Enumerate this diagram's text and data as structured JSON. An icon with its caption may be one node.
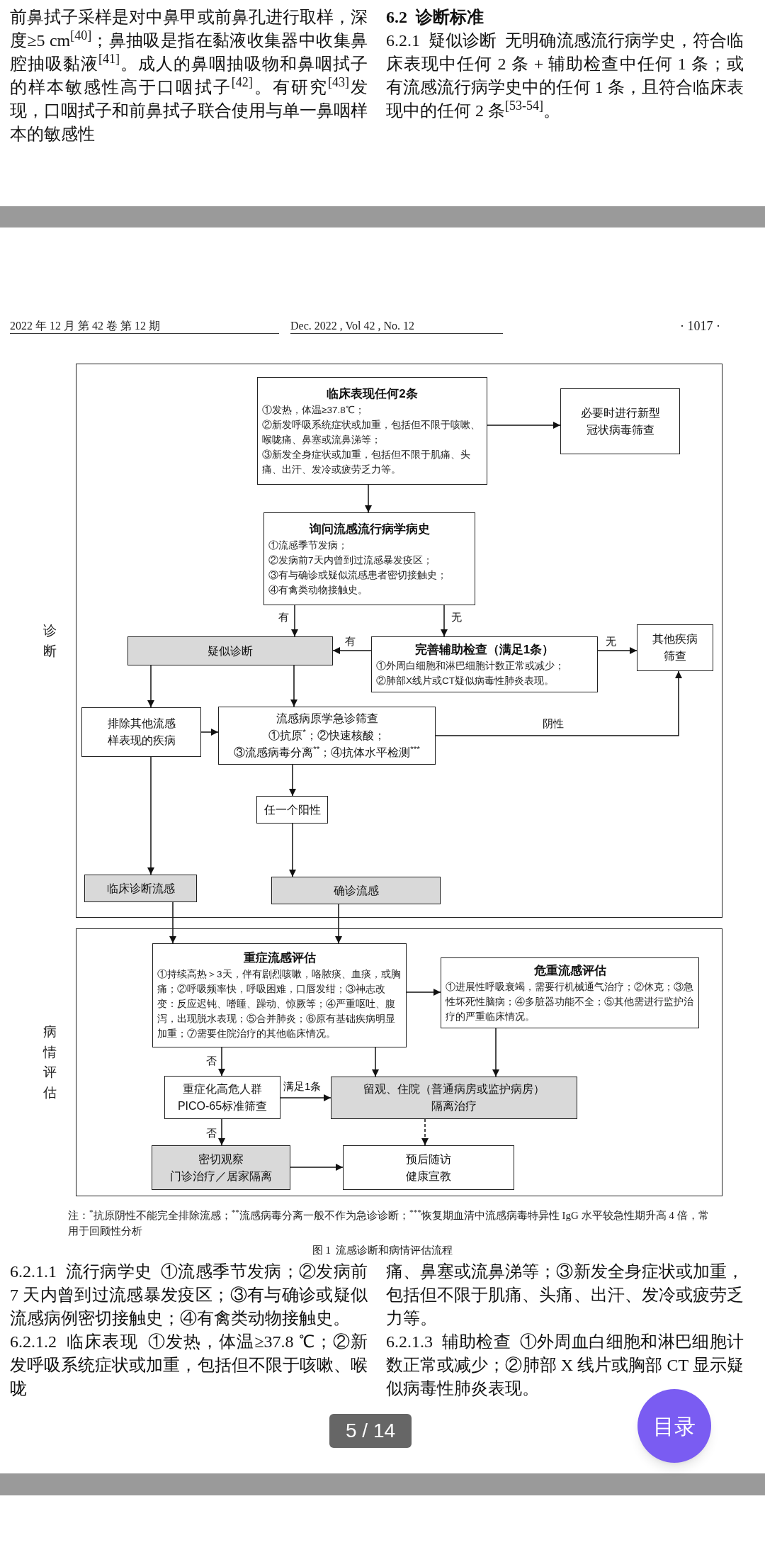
{
  "diagram": {
    "caption": "图 1  流感诊断和病情评估流程",
    "nodes": [
      {
        "text": [
          "诊断"
        ]
      },
      {
        "text": [
          "病情评估"
        ]
      },
      {
        "text": [
          "临床表现任何2条",
          "①发热，体温≥37.8℃；",
          "②新发呼吸系统症状或加重，包括但不限于咳嗽、喉咙痛、鼻塞或流鼻涕等；",
          "③新发全身症状或加重，包括但不限于肌痛、头痛、出汗、发冷或疲劳乏力等。"
        ],
        "in": 0
      },
      {
        "text": [
          "必要时进行新型冠状病毒筛查"
        ],
        "in": 0
      },
      {
        "text": [
          "询问流感流行病学病史",
          "①流感季节发病；",
          "②发病前7天内曾到过流感暴发疫区；",
          "③有与确诊或疑似流感患者密切接触史；",
          "④有禽类动物接触史。"
        ],
        "in": 0
      },
      {
        "text": [
          "疑似诊断"
        ],
        "in": 0
      },
      {
        "text": [
          "完善辅助检查（满足1条）",
          "①外周白细胞和淋巴细胞计数正常或减少；",
          "②肺部X线片或CT疑似病毒性肺炎表现。"
        ],
        "in": 0
      },
      {
        "text": [
          "其他疾病筛查"
        ],
        "in": 0
      },
      {
        "text": [
          "排除其他流感样表现的疾病"
        ],
        "in": 0
      },
      {
        "text": [
          "流感病原学急诊筛查",
          "①抗原$^{*}$；②快速核酸；",
          "③流感病毒分离$^{**}$；④抗体水平检测$^{***}$"
        ],
        "in": 0
      },
      {
        "text": [
          "任一个阳性"
        ],
        "in": 0
      },
      {
        "text": [
          "临床诊断流感"
        ],
        "in": 0
      },
      {
        "text": [
          "确诊流感"
        ],
        "in": 0
      },
      {
        "text": [
          "重症流感评估",
          "①持续高热＞3天，伴有剧烈咳嗽，咯脓痰、血痰，或胸痛；②呼吸频率快，呼吸困难，口唇发绀；③神志改变：反应迟钝、嗜睡、躁动、惊厥等；④严重呕吐、腹泻，出现脱水表现；⑤合并肺炎；⑥原有基础疾病明显加重；⑦需要住院治疗的其他临床情况。"
        ],
        "in": 1
      },
      {
        "text": [
          "危重流感评估",
          "①进展性呼吸衰竭，需要行机械通气治疗；②休克；③急性坏死性脑病；④多脏器功能不全；⑤其他需进行监护治疗的严重临床情况。"
        ],
        "in": 1
      },
      {
        "text": [
          "重症化高危人群",
          "PICO-65标准筛查"
        ],
        "in": 1
      },
      {
        "text": [
          "留观、住院（普通病房或监护病房）",
          "隔离治疗"
        ],
        "in": 1
      },
      {
        "text": [
          "密切观察",
          "门诊治疗／居家隔离"
        ],
        "in": 1
      },
      {
        "text": [
          "预后随访",
          "健康宣教"
        ],
        "in": 1
      }
    ],
    "edges": [
      {
        "from": 2,
        "to": 3,
        "arrow": "to"
      },
      {
        "from": 2,
        "to": 4,
        "arrow": "to"
      },
      {
        "from": 4,
        "to": 5,
        "arrow": "to",
        "label": "有"
      },
      {
        "from": 4,
        "to": 6,
        "arrow": "to",
        "label": "无"
      },
      {
        "from": 6,
        "to": 5,
        "arrow": "to",
        "label": "有"
      },
      {
        "from": 6,
        "to": 7,
        "arrow": "to",
        "label": "无"
      },
      {
        "from": 5,
        "to": 8,
        "arrow": "to"
      },
      {
        "from": 5,
        "to": 9,
        "arrow": "to"
      },
      {
        "from": 8,
        "to": 9,
        "arrow": "to"
      },
      {
        "from": 9,
        "to": 7,
        "arrow": "to",
        "label": "阴性"
      },
      {
        "from": 9,
        "to": 10,
        "arrow": "to"
      },
      {
        "from": 10,
        "to": 12,
        "arrow": "to"
      },
      {
        "from": 8,
        "to": 11,
        "arrow": "to"
      },
      {
        "from": 11,
        "to": 13,
        "arrow": "to"
      },
      {
        "from": 12,
        "to": 13,
        "arrow": "to"
      },
      {
        "from": 13,
        "to": 14,
        "arrow": "to"
      },
      {
        "from": 13,
        "to": 15,
        "arrow": "to",
        "label": "否"
      },
      {
        "from": 13,
        "to": 16,
        "arrow": "to"
      },
      {
        "from": 14,
        "to": 16,
        "arrow": "to"
      },
      {
        "from": 15,
        "to": 16,
        "arrow": "to",
        "label": "满足1条"
      },
      {
        "from": 15,
        "to": 17,
        "arrow": "to",
        "label": "否"
      },
      {
        "from": 16,
        "to": 18,
        "arrow": "to",
        "style": "dashed"
      },
      {
        "from": 17,
        "to": 18,
        "arrow": "to"
      }
    ],
    "labels": [
      "前鼻拭子采样是对中鼻甲或前鼻孔进行取样，深度≥5 cm$^{[40]}$；鼻抽吸是指在黏液收集器中收集鼻腔抽吸黏液$^{[41]}$。成人的鼻咽抽吸物和鼻咽拭子的样本敏感性高于口咽拭子$^{[42]}$。有研究$^{[43]}$发现，口咽拭子和前鼻拭子联合使用与单一鼻咽样本的敏感性",
      "6.2  诊断标准",
      "6.2.1  疑似诊断  无明确流感流行病学史，符合临床表现中任何 2 条 + 辅助检查中任何 1 条；或有流感流行病学史中的任何 1 条，且符合临床表现中的任何 2 条$^{[53-54]}$。",
      "2022 年 12 月 第 42 卷 第 12 期",
      "Dec. 2022 , Vol 42 , No. 12",
      "· 1017 ·",
      "注：$^{*}$抗原阴性不能完全排除流感；$^{**}$流感病毒分离一般不作为急诊诊断；$^{***}$恢复期血清中流感病毒特异性 IgG 水平较急性期升高 4 倍，常用于回顾性分析",
      "6.2.1.1  流行病学史  ①流感季节发病；②发病前 7 天内曾到过流感暴发疫区；③有与确诊或疑似流感病例密切接触史；④有禽类动物接触史。",
      "6.2.1.2  临床表现  ①发热，体温≥37.8 ℃；②新发呼吸系统症状或加重，包括但不限于咳嗽、喉咙",
      "痛、鼻塞或流鼻涕等；③新发全身症状或加重，包括但不限于肌痛、头痛、出汗、发冷或疲劳乏力等。",
      "6.2.1.3  辅助检查  ①外周血白细胞和淋巴细胞计数正常或减少；②肺部 X 线片或胸部 CT 显示疑似病毒性肺炎表现。",
      "5 / 14",
      "目录"
    ]
  }
}
